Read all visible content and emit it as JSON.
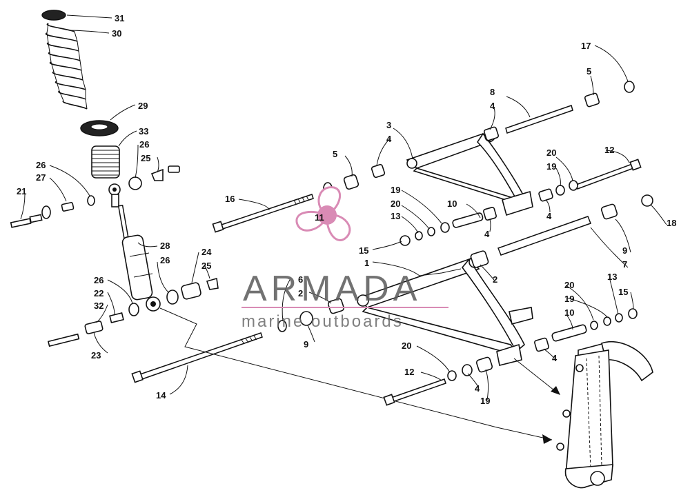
{
  "watermark": {
    "brand": "ARMADA",
    "tagline": "marine outboards",
    "logo_icon": "propeller-logo-icon",
    "accent_color": "#d98bb5",
    "text_color": "#5a5a5a"
  },
  "callouts": {
    "c1": "1",
    "c2a": "2",
    "c2b": "2",
    "c3": "3",
    "c4a": "4",
    "c4b": "4",
    "c4c": "4",
    "c4d": "4",
    "c4e": "4",
    "c4f": "4",
    "c5a": "5",
    "c5b": "5",
    "c6": "6",
    "c7": "7",
    "c8": "8",
    "c9a": "9",
    "c9b": "9",
    "c10a": "10",
    "c10b": "10",
    "c11": "11",
    "c12a": "12",
    "c12b": "12",
    "c13a": "13",
    "c13b": "13",
    "c14": "14",
    "c15a": "15",
    "c15b": "15",
    "c16": "16",
    "c17": "17",
    "c18": "18",
    "c19a": "19",
    "c19b": "19",
    "c19c": "19",
    "c20a": "20",
    "c20b": "20",
    "c20c": "20",
    "c20d": "20",
    "c21": "21",
    "c22": "22",
    "c23": "23",
    "c24": "24",
    "c25a": "25",
    "c25b": "25",
    "c26a": "26",
    "c26b": "26",
    "c26c": "26",
    "c26d": "26",
    "c27": "27",
    "c28": "28",
    "c29": "29",
    "c30": "30",
    "c31": "31",
    "c32": "32",
    "c33": "33"
  }
}
